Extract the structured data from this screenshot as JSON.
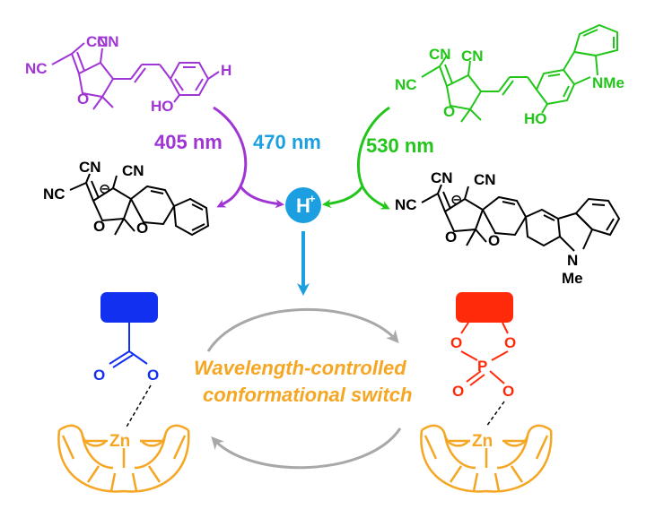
{
  "colors": {
    "purple": "#a035d6",
    "green": "#22c61a",
    "blue": "#1b9fe0",
    "black": "#000000",
    "blue_group": "#1230f0",
    "red_group": "#ff2a0a",
    "orange": "#f5a623",
    "gray": "#a8a8a8"
  },
  "labels": {
    "cn": "CN",
    "nc": "NC",
    "h": "H",
    "ho": "HO",
    "nme": "NMe",
    "n": "N",
    "me": "Me",
    "o": "O",
    "p": "P",
    "zn": "Zn",
    "minus": "⊖",
    "hplus_h": "H",
    "hplus_plus": "+",
    "wl_405": "405 nm",
    "wl_470": "470 nm",
    "wl_530": "530 nm",
    "title_line1": "Wavelength-controlled",
    "title_line2": "conformational switch"
  }
}
